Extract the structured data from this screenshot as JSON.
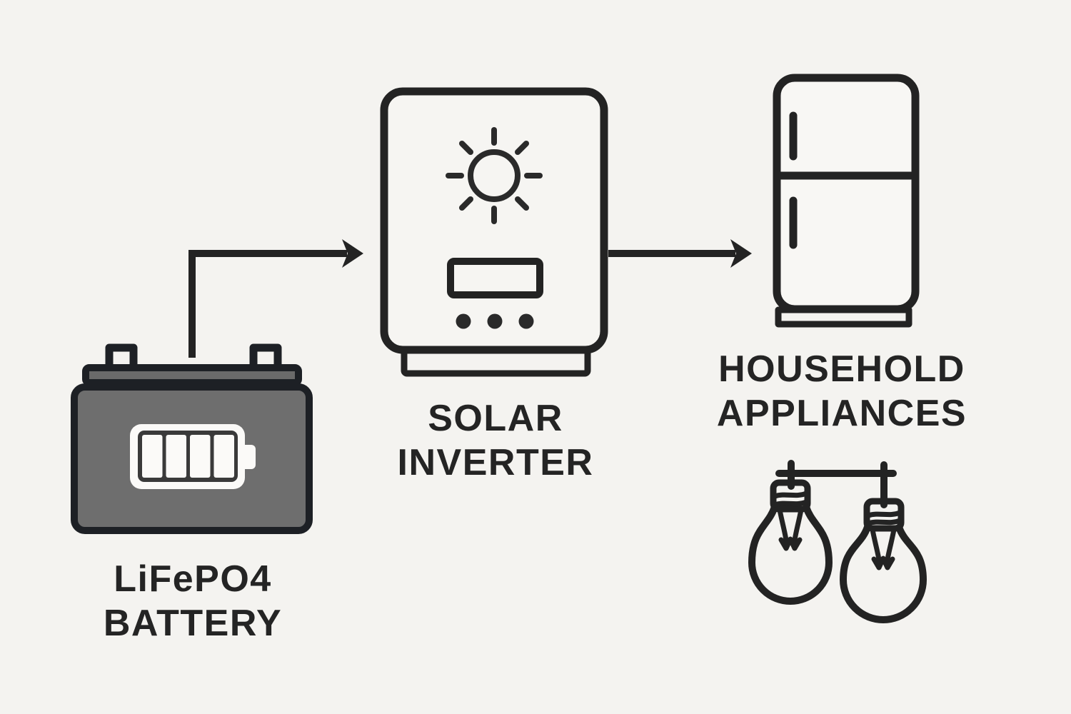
{
  "diagram": {
    "type": "flow-diagram",
    "background_color": "#f4f3f0",
    "line_color": "#232323",
    "nodes": [
      {
        "id": "battery",
        "icon": "car-battery-icon",
        "icon_fill_color": "#6e6e6e",
        "icon_detail": "battery-level-full-4-cells",
        "label_line1": "LiFePO4",
        "label_line2": "BATTERY"
      },
      {
        "id": "solar-inverter",
        "icon": "solar-inverter-icon",
        "icon_details": [
          "sun-icon",
          "display-panel",
          "three-buttons"
        ],
        "label_line1": "SOLAR",
        "label_line2": "INVERTER"
      },
      {
        "id": "household-appliances",
        "icons": [
          "refrigerator-icon",
          "light-bulbs-icon"
        ],
        "label_line1": "HOUSEHOLD",
        "label_line2": "APPLIANCES"
      }
    ],
    "connections": [
      {
        "from": "battery",
        "to": "solar-inverter",
        "style": "elbow-arrow-right"
      },
      {
        "from": "solar-inverter",
        "to": "household-appliances",
        "style": "straight-arrow-right"
      }
    ]
  }
}
